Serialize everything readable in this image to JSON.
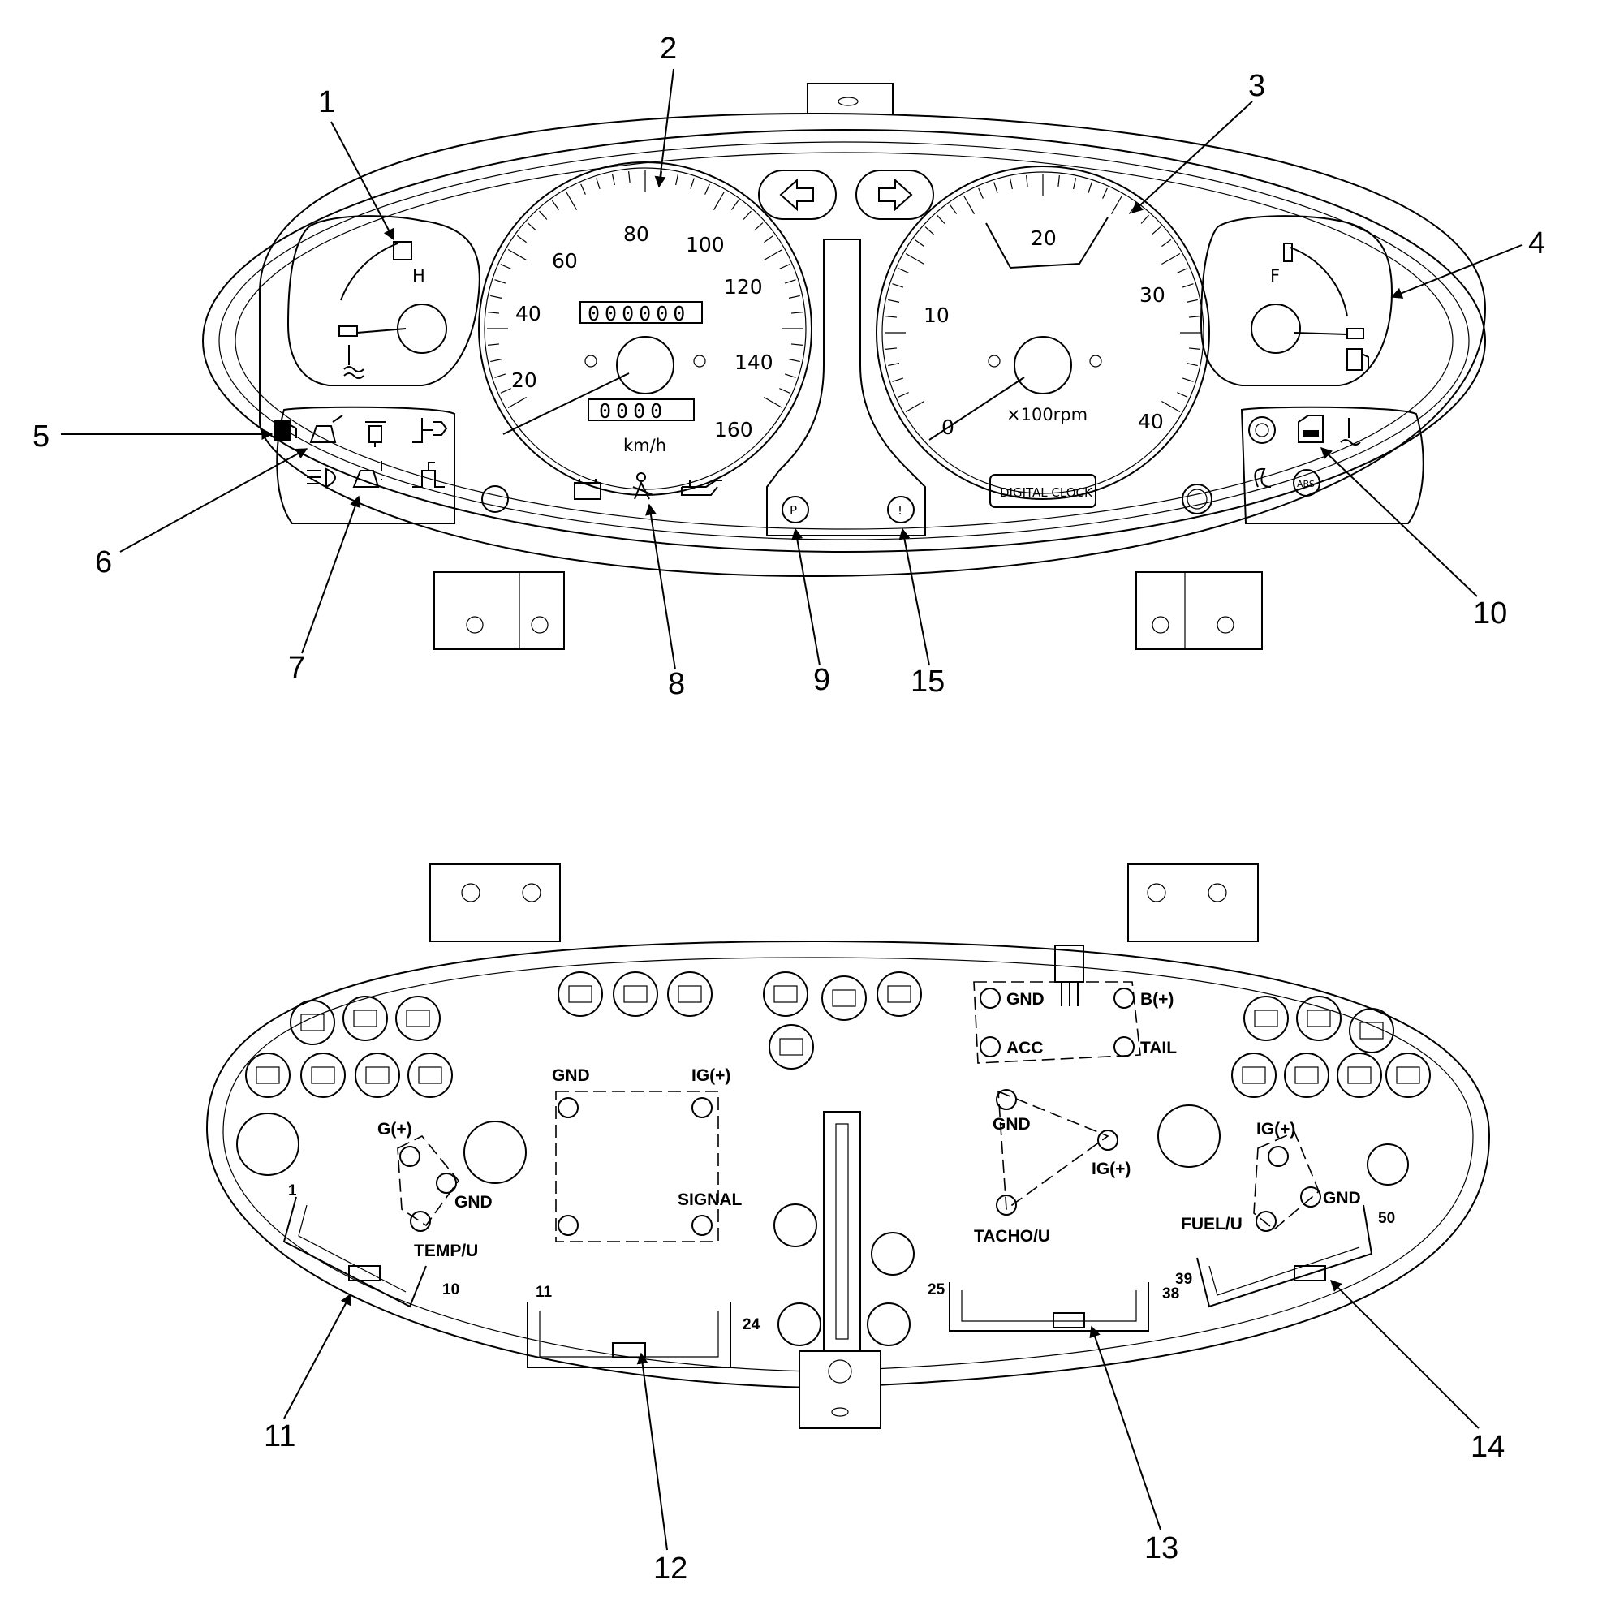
{
  "callouts": [
    "1",
    "2",
    "3",
    "4",
    "5",
    "6",
    "7",
    "8",
    "9",
    "10",
    "11",
    "12",
    "13",
    "14",
    "15"
  ],
  "speedometer": {
    "ticks": [
      "20",
      "40",
      "60",
      "80",
      "100",
      "120",
      "140",
      "160"
    ],
    "odometer": "000000",
    "tripmeter": "0000",
    "unit": "km/h"
  },
  "tachometer": {
    "ticks": [
      "0",
      "10",
      "20",
      "30",
      "40"
    ],
    "unit": "×100rpm",
    "clock_label": "DIGITAL CLOCK"
  },
  "temp_gauge": {
    "hot_label": "H"
  },
  "fuel_gauge": {
    "full_label": "F"
  },
  "icons": {
    "front": [
      "left-turn-icon",
      "right-turn-icon",
      "temperature-icon",
      "fuel-pump-icon",
      "low-fuel-icon",
      "air-suspension-icon",
      "exhaust-brake-icon",
      "4wd-icon",
      "headlight-icon",
      "vehicle-warning-icon",
      "diff-lock-icon",
      "battery-icon",
      "seatbelt-icon",
      "oil-pressure-icon",
      "parking-brake-icon",
      "brake-warning-icon",
      "retarder-icon",
      "door-open-icon",
      "coolant-level-icon",
      "glow-plug-icon",
      "abs-icon"
    ]
  },
  "rear": {
    "temp_fuel_left": {
      "g_plus": "G(+)",
      "gnd": "GND",
      "temp_u": "TEMP/U"
    },
    "speedo_block": {
      "gnd": "GND",
      "ig_plus": "IG(+)",
      "signal": "SIGNAL"
    },
    "clock_block": {
      "gnd": "GND",
      "b_plus": "B(+)",
      "acc": "ACC",
      "tail": "TAIL"
    },
    "tacho_block": {
      "gnd": "GND",
      "ig_plus": "IG(+)",
      "tacho_u": "TACHO/U"
    },
    "fuel_right": {
      "ig_plus": "IG(+)",
      "gnd": "GND",
      "fuel_u": "FUEL/U"
    },
    "connector_pins": {
      "c11_start": "1",
      "c11_end": "10",
      "c12_start": "11",
      "c12_end": "24",
      "c13_start": "25",
      "c13_end": "38",
      "c14_start": "39",
      "c14_end": "50"
    }
  }
}
